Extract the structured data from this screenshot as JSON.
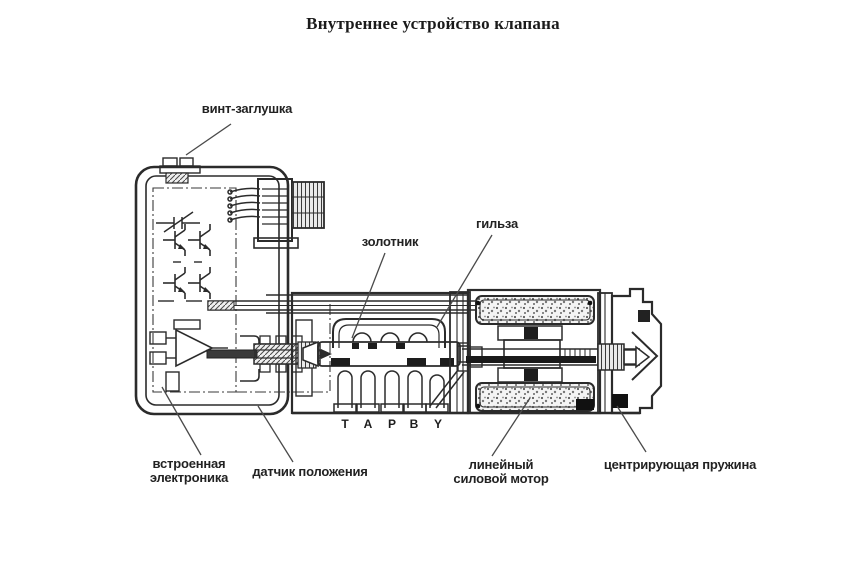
{
  "title": "Внутреннее устройство клапана",
  "labels": {
    "screw_plug": "винт-заглушка",
    "spool": "золотник",
    "sleeve": "гильза",
    "electronics": "встроенная\nэлектроника",
    "position_sensor": "датчик положения",
    "motor": "линейный\nсиловой мотор",
    "spring": "центрирующая пружина"
  },
  "ports": [
    "T",
    "A",
    "P",
    "B",
    "Y"
  ],
  "colors": {
    "line": "#2b2b2b",
    "background": "#ffffff",
    "fill_dark": "#1d1d1d"
  }
}
